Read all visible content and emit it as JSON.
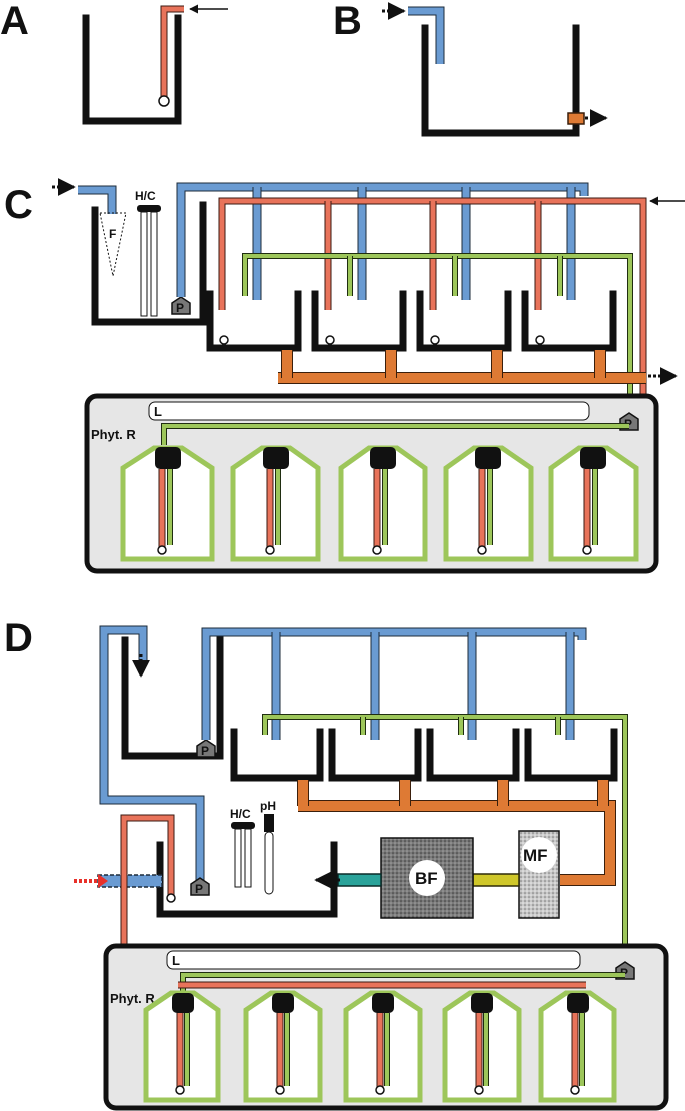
{
  "panels": {
    "a": {
      "label": "A"
    },
    "b": {
      "label": "B"
    },
    "c": {
      "label": "C",
      "filter": "F",
      "heater_cooler": "H/C",
      "pump": "P",
      "lamp": "L",
      "reactor": "Phyt. R",
      "reactor_pump": "P"
    },
    "d": {
      "label": "D",
      "heater_cooler": "H/C",
      "ph_probe": "pH",
      "pump_upper": "P",
      "pump_sump": "P",
      "biofilter": "BF",
      "mech_filter": "MF",
      "lamp": "L",
      "reactor": "Phyt. R",
      "reactor_pump": "P"
    }
  },
  "colors": {
    "freshwater": "#6a9bd2",
    "recirculation": "#e8735a",
    "drain": "#de7a34",
    "nutrient": "#9dc65a",
    "reactor_bg": "#e6e6e6",
    "filter_fill": "#6d6d6d",
    "teal_pipe": "#2aa39a",
    "yellow_pipe": "#cfc72a",
    "inflow_arrow": "#e8312a"
  }
}
